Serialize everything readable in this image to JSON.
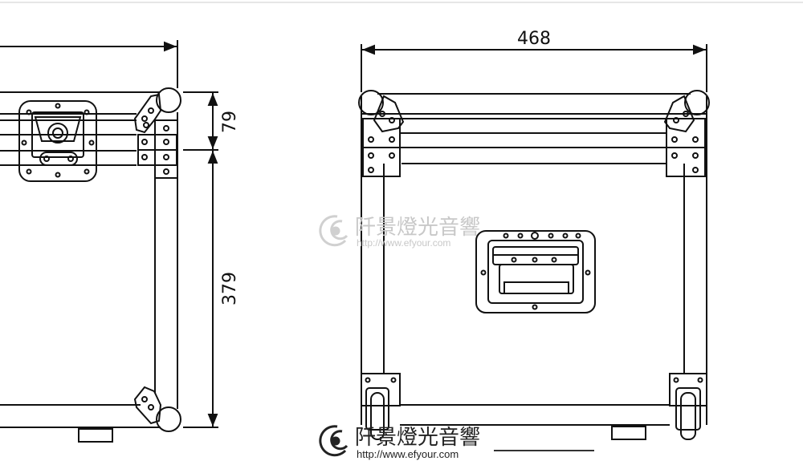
{
  "dimensions": {
    "width": "468",
    "top_height": "79",
    "body_height": "379"
  },
  "watermark": {
    "brand_cn": "阡景燈光音響",
    "url": "http://www.efyour.com"
  },
  "colors": {
    "line": "#111111",
    "watermark_faint": "#c8c8c8",
    "watermark_dark": "#222222"
  }
}
